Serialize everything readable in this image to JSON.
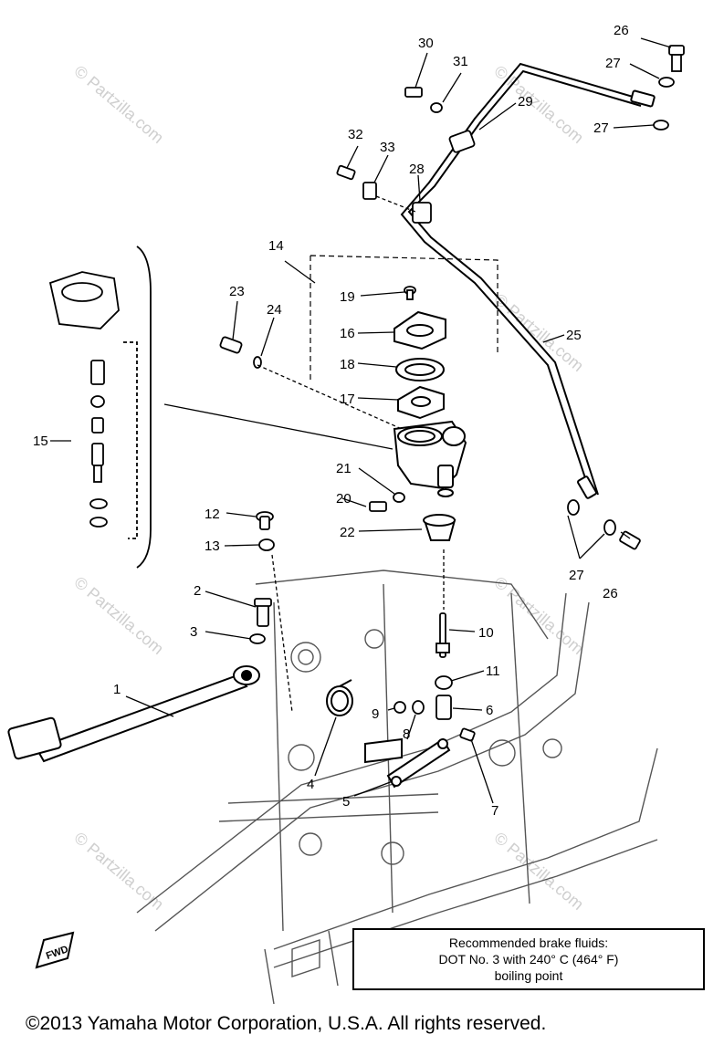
{
  "watermark": "© Partzilla.com",
  "parts": [
    "1",
    "2",
    "3",
    "4",
    "5",
    "6",
    "7",
    "8",
    "9",
    "10",
    "11",
    "12",
    "13",
    "14",
    "15",
    "16",
    "17",
    "18",
    "19",
    "20",
    "21",
    "22",
    "23",
    "24",
    "25",
    "26",
    "26",
    "27",
    "27",
    "27",
    "28",
    "29",
    "30",
    "31",
    "32",
    "33"
  ],
  "fwd_label": "FWD",
  "note": {
    "line1": "Recommended brake fluids:",
    "line2": "DOT No. 3 with 240° C (464° F)",
    "line3": "boiling point"
  },
  "copyright": "©2013 Yamaha Motor Corporation, U.S.A. All rights reserved."
}
